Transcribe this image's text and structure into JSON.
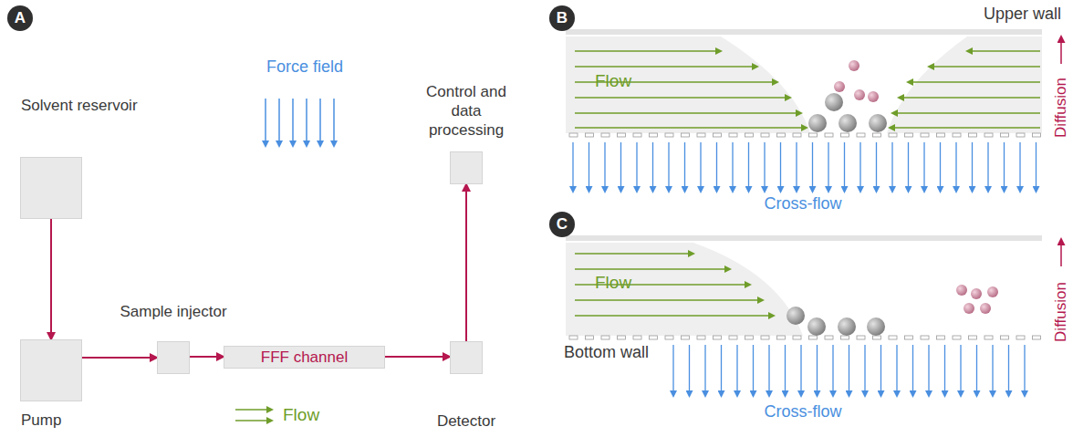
{
  "diagram": {
    "nodes": [
      {
        "text": [
          "Solvent reservoir"
        ]
      },
      {
        "text": [
          "Pump"
        ]
      },
      {
        "text": [
          "Sample injector"
        ]
      },
      {
        "text": [
          "FFF channel"
        ]
      },
      {
        "text": [
          "Detector"
        ]
      },
      {
        "text": [
          "Control and data processing"
        ]
      }
    ],
    "edges": [
      {
        "from": 0,
        "to": 1,
        "arrow": "to"
      },
      {
        "from": 1,
        "to": 2,
        "arrow": "to"
      },
      {
        "from": 2,
        "to": 3,
        "arrow": "to"
      },
      {
        "from": 3,
        "to": 4,
        "arrow": "to"
      },
      {
        "from": 4,
        "to": 5,
        "arrow": "to"
      }
    ],
    "labels": [
      "A",
      "Force field",
      "B",
      "Upper wall",
      "Flow",
      "Diffusion",
      "Cross-flow",
      "C",
      "Flow",
      "Diffusion",
      "Bottom wall",
      "Cross-flow"
    ],
    "legend": [
      {
        "text": "Flow"
      }
    ]
  }
}
